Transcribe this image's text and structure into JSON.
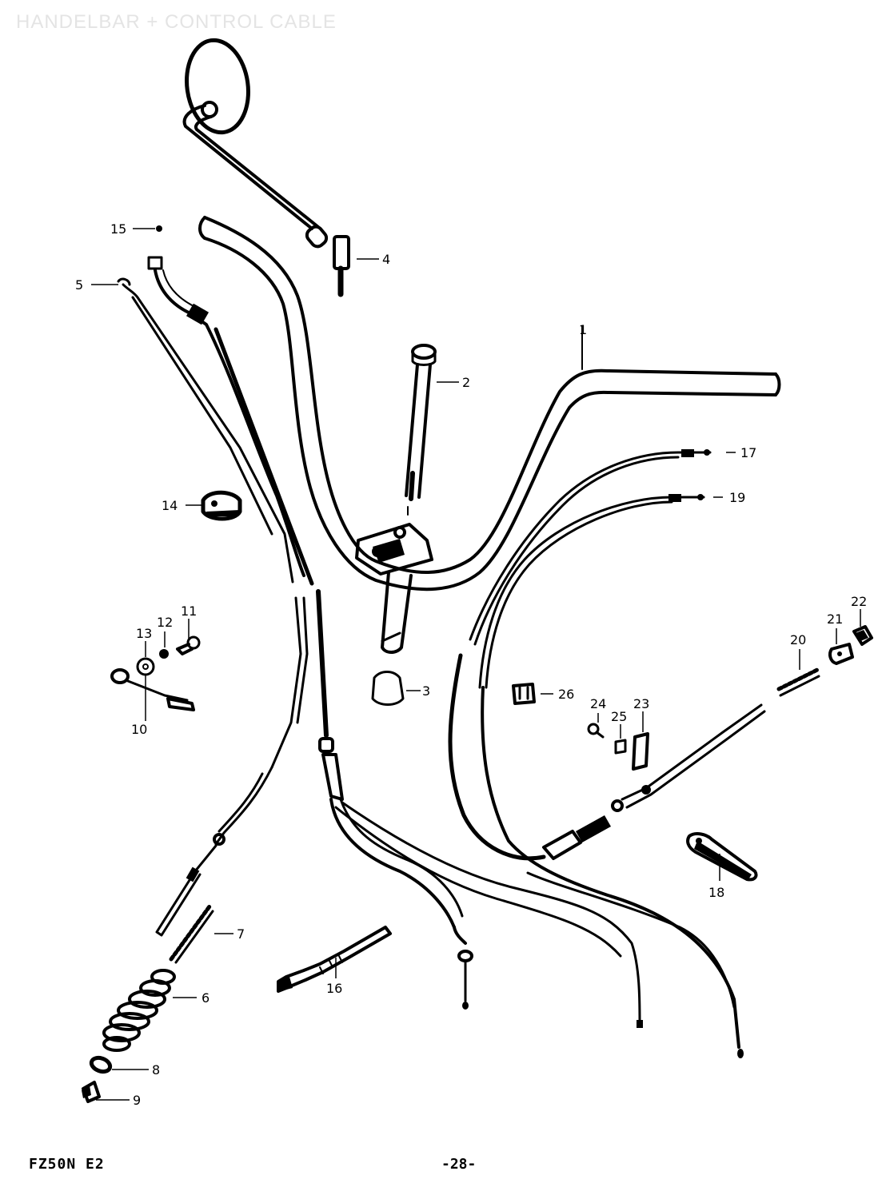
{
  "title": "HANDELBAR + CONTROL CABLE",
  "footer": {
    "model": "FZ50N E2",
    "page": "-28-"
  },
  "callouts": {
    "c1": "1",
    "c2": "2",
    "c3": "3",
    "c4": "4",
    "c5": "5",
    "c6": "6",
    "c7": "7",
    "c8": "8",
    "c9": "9",
    "c10": "10",
    "c11": "11",
    "c12": "12",
    "c13": "13",
    "c14": "14",
    "c15": "15",
    "c16": "16",
    "c17": "17",
    "c18": "18",
    "c19": "19",
    "c20": "20",
    "c21": "21",
    "c22": "22",
    "c23": "23",
    "c24": "24",
    "c25": "25",
    "c26": "26"
  }
}
